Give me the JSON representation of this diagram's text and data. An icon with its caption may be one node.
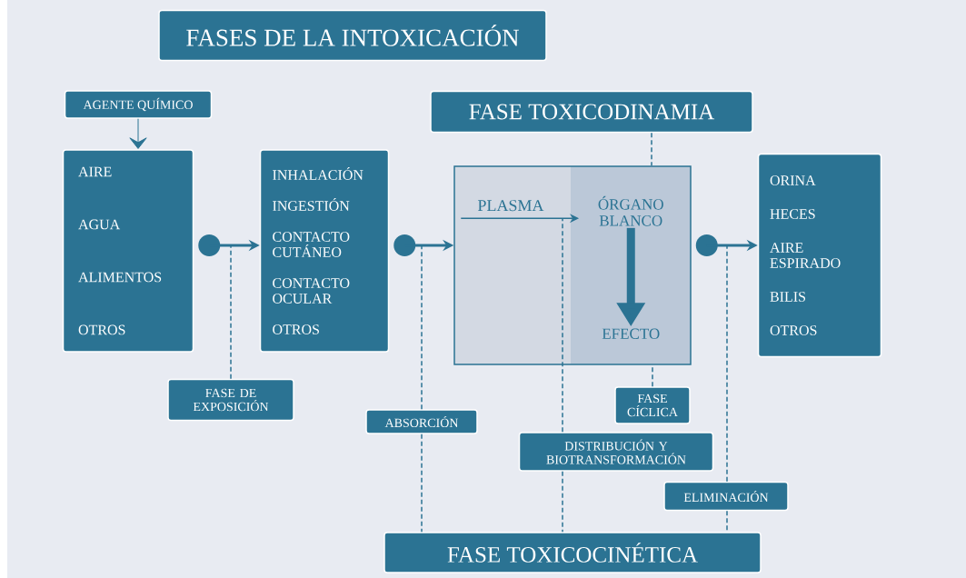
{
  "diagram": {
    "title": "FASES DE LA INTOXICACIÓN",
    "nodes": [
      {
        "text": [
          "AGENTE QUÍMICO"
        ]
      },
      {
        "text": [
          "AIRE",
          "AGUA",
          "ALIMENTOS",
          "OTROS"
        ]
      },
      {
        "text": [
          "INHALACIÓN",
          "INGESTIÓN",
          "CONTACTO CUTÁNEO",
          "CONTACTO OCULAR",
          "OTROS"
        ]
      },
      {
        "text": [],
        "shape": "box"
      },
      {
        "text": [
          "PLASMA"
        ],
        "in": 3
      },
      {
        "text": [
          "ÓRGANO BLANCO"
        ],
        "in": 3
      },
      {
        "text": [
          "EFECTO"
        ],
        "in": 3
      },
      {
        "text": [
          "ORINA",
          "HECES",
          "AIRE ESPIRADO",
          "BILIS",
          "OTROS"
        ]
      },
      {
        "text": [
          "FASE TOXICODINAMIA"
        ]
      },
      {
        "text": [
          "FASE DE EXPOSICIÓN"
        ]
      },
      {
        "text": [
          "ABSORCIÓN"
        ]
      },
      {
        "text": [
          "FASE CÍCLICA"
        ]
      },
      {
        "text": [
          "DISTRIBUCIÓN Y BIOTRANSFORMACIÓN"
        ]
      },
      {
        "text": [
          "ELIMINACIÓN"
        ]
      },
      {
        "text": [
          "FASE TOXICOCINÉTICA"
        ]
      }
    ],
    "edges": [
      {
        "from": 0,
        "to": 1,
        "arrow": "to"
      },
      {
        "from": 1,
        "to": 2,
        "arrow": "to"
      },
      {
        "from": 2,
        "to": 3,
        "arrow": "to"
      },
      {
        "from": 3,
        "to": 7,
        "arrow": "to"
      },
      {
        "from": 4,
        "to": 5,
        "arrow": "to"
      },
      {
        "from": 5,
        "to": 6,
        "arrow": "to",
        "style": "thick"
      },
      {
        "from": 8,
        "to": 3,
        "arrow": "none",
        "style": "dashed"
      },
      {
        "from": 9,
        "to": null,
        "arrow": "none",
        "style": "dashed"
      },
      {
        "from": 10,
        "to": null,
        "arrow": "none",
        "style": "dashed"
      },
      {
        "from": 10,
        "to": 14,
        "arrow": "none",
        "style": "dashed"
      },
      {
        "from": 11,
        "to": 3,
        "arrow": "none",
        "style": "dashed"
      },
      {
        "from": 12,
        "to": 4,
        "arrow": "none",
        "style": "dashed"
      },
      {
        "from": 12,
        "to": 14,
        "arrow": "none",
        "style": "dashed"
      },
      {
        "from": 13,
        "to": null,
        "arrow": "none",
        "style": "dashed"
      },
      {
        "from": 13,
        "to": 14,
        "arrow": "none",
        "style": "dashed"
      }
    ]
  }
}
